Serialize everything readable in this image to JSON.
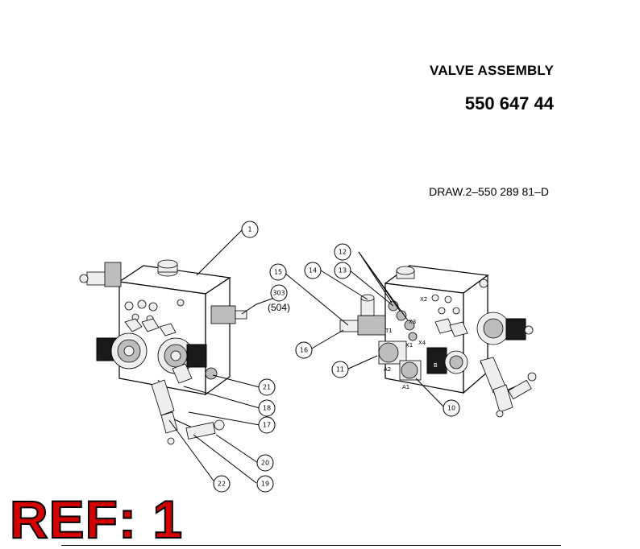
{
  "header": {
    "title": "VALVE ASSEMBLY",
    "part_number": "550 647 44",
    "drawing_ref": "DRAW.2–550 289 81–D"
  },
  "ref_label": "REF: 1",
  "callouts": [
    "1",
    "303",
    "21",
    "18",
    "17",
    "20",
    "19",
    "22",
    "15",
    "14",
    "13",
    "12",
    "16",
    "11",
    "10"
  ],
  "note": "(504)",
  "port_labels": [
    "X2",
    "X3",
    "T1",
    "X1",
    "X4",
    "A2",
    "A1",
    "B"
  ]
}
